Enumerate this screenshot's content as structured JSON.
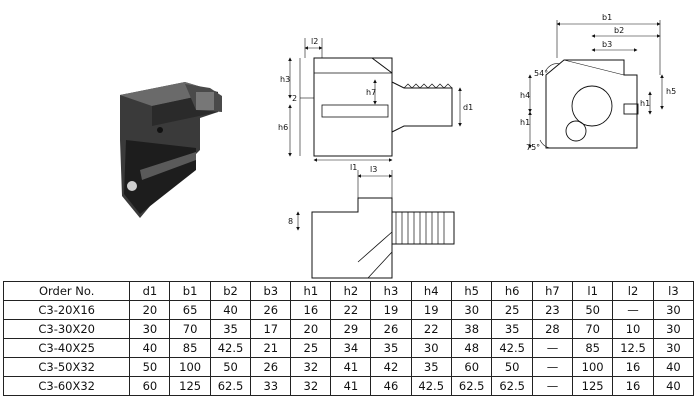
{
  "drawing_labels": {
    "l2": "l2",
    "h3": "h3",
    "h7": "h7",
    "h6": "h6",
    "dim_2": "2",
    "d1": "d1",
    "l1": "l1",
    "b1": "b1",
    "b2": "b2",
    "b3": "b3",
    "h4": "h4",
    "h5": "h5",
    "h1": "h1",
    "angle_54": "54°",
    "angle_75": "75°",
    "l3": "l3",
    "dim_8": "8"
  },
  "table": {
    "headers": [
      "Order No.",
      "d1",
      "b1",
      "b2",
      "b3",
      "h1",
      "h2",
      "h3",
      "h4",
      "h5",
      "h6",
      "h7",
      "l1",
      "l2",
      "l3"
    ],
    "rows": [
      [
        "C3-20X16",
        "20",
        "65",
        "40",
        "26",
        "16",
        "22",
        "19",
        "19",
        "30",
        "25",
        "23",
        "50",
        "—",
        "30"
      ],
      [
        "C3-30X20",
        "30",
        "70",
        "35",
        "17",
        "20",
        "29",
        "26",
        "22",
        "38",
        "35",
        "28",
        "70",
        "10",
        "30"
      ],
      [
        "C3-40X25",
        "40",
        "85",
        "42.5",
        "21",
        "25",
        "34",
        "35",
        "30",
        "48",
        "42.5",
        "—",
        "85",
        "12.5",
        "30"
      ],
      [
        "C3-50X32",
        "50",
        "100",
        "50",
        "26",
        "32",
        "41",
        "42",
        "35",
        "60",
        "50",
        "—",
        "100",
        "16",
        "40"
      ],
      [
        "C3-60X32",
        "60",
        "125",
        "62.5",
        "33",
        "32",
        "41",
        "46",
        "42.5",
        "62.5",
        "62.5",
        "—",
        "125",
        "16",
        "40"
      ]
    ]
  }
}
